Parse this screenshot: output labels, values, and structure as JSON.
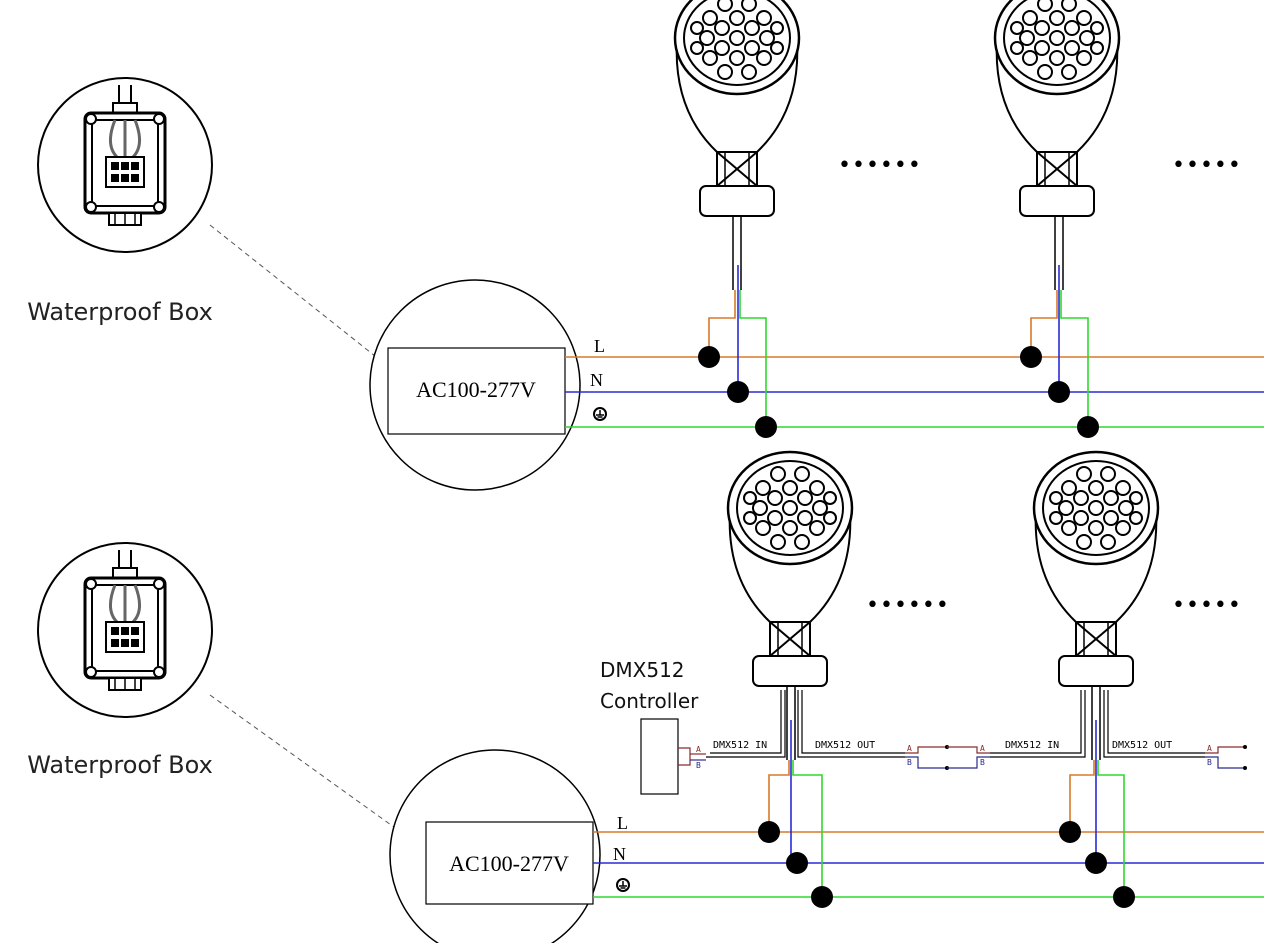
{
  "top": {
    "box_label": "Waterproof Box",
    "psu_label": "AC100-277V",
    "line_labels": {
      "l": "L",
      "n": "N"
    },
    "ellipsis_a": "••••••",
    "ellipsis_b": "•••••"
  },
  "bottom": {
    "box_label": "Waterproof Box",
    "psu_label": "AC100-277V",
    "line_labels": {
      "l": "L",
      "n": "N"
    },
    "controller_label_1": "DMX512",
    "controller_label_2": "Controller",
    "dmx_in": "DMX512 IN",
    "dmx_out": "DMX512 OUT",
    "terminal_a": "A",
    "terminal_b": "B",
    "ellipsis_a": "••••••",
    "ellipsis_b": "•••••"
  },
  "colors": {
    "live": "#d9792a",
    "neutral": "#2a2ad9",
    "earth": "#2fd92f",
    "dmx_a": "#8b2a2a",
    "dmx_b": "#2a2a8b",
    "outline": "#000000"
  }
}
